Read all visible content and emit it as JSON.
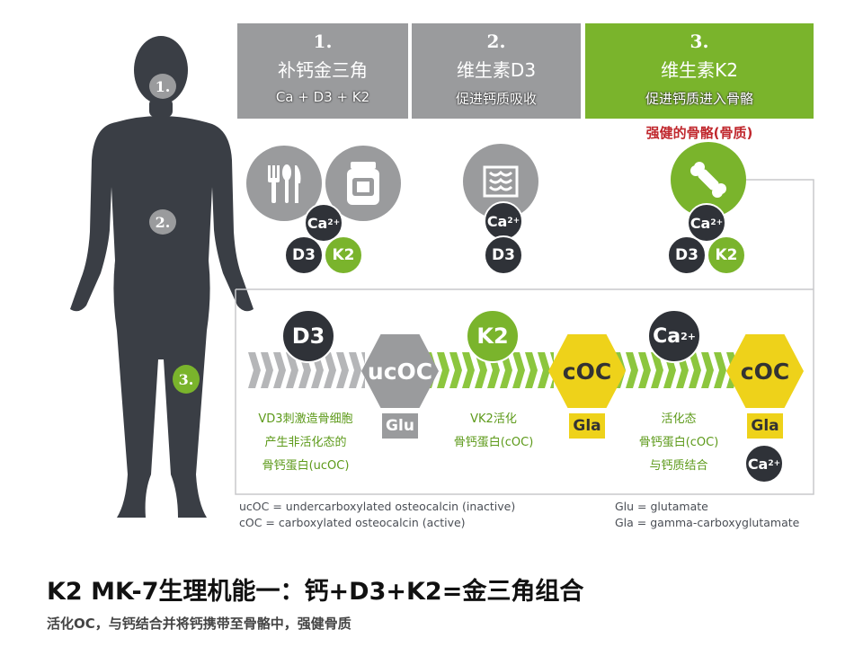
{
  "steps": [
    {
      "num": "1.",
      "title": "补钙金三角",
      "subtitle": "Ca + D3 + K2"
    },
    {
      "num": "2.",
      "title": "维生素D3",
      "subtitle": "促进钙质吸收"
    },
    {
      "num": "3.",
      "title": "维生素K2",
      "subtitle": "促进钙质进入骨骼"
    }
  ],
  "highlight": "强健的骨骼(骨质)",
  "badges": {
    "ca": "Ca",
    "ca_charge": "2+",
    "d3": "D3",
    "k2": "K2"
  },
  "pathway": {
    "ucoc": "ucOC",
    "coc": "cOC",
    "glu": "Glu",
    "gla": "Gla",
    "desc1": [
      "VD3刺激造骨细胞",
      "产生非活化态的",
      "骨钙蛋白(ucOC)"
    ],
    "desc2": [
      "VK2活化",
      "骨钙蛋白(cOC)"
    ],
    "desc3": [
      "活化态",
      "骨钙蛋白(cOC)",
      "与钙质结合"
    ]
  },
  "legend": {
    "left1": "ucOC = undercarboxylated osteocalcin (inactive)",
    "left2": "cOC = carboxylated osteocalcin (active)",
    "right1": "Glu = glutamate",
    "right2": "Gla = gamma-carboxyglutamate"
  },
  "body_labels": [
    "1.",
    "2.",
    "3."
  ],
  "footer": {
    "title": "K2 MK-7生理机能一：钙+D3+K2=金三角组合",
    "subtitle": "活化OC，与钙结合并将钙携带至骨骼中，强健骨质"
  },
  "colors": {
    "gray": "#9a9b9d",
    "green": "#7ab42c",
    "dark": "#2f3238",
    "yellow": "#eed21a",
    "red": "#c0272d"
  }
}
